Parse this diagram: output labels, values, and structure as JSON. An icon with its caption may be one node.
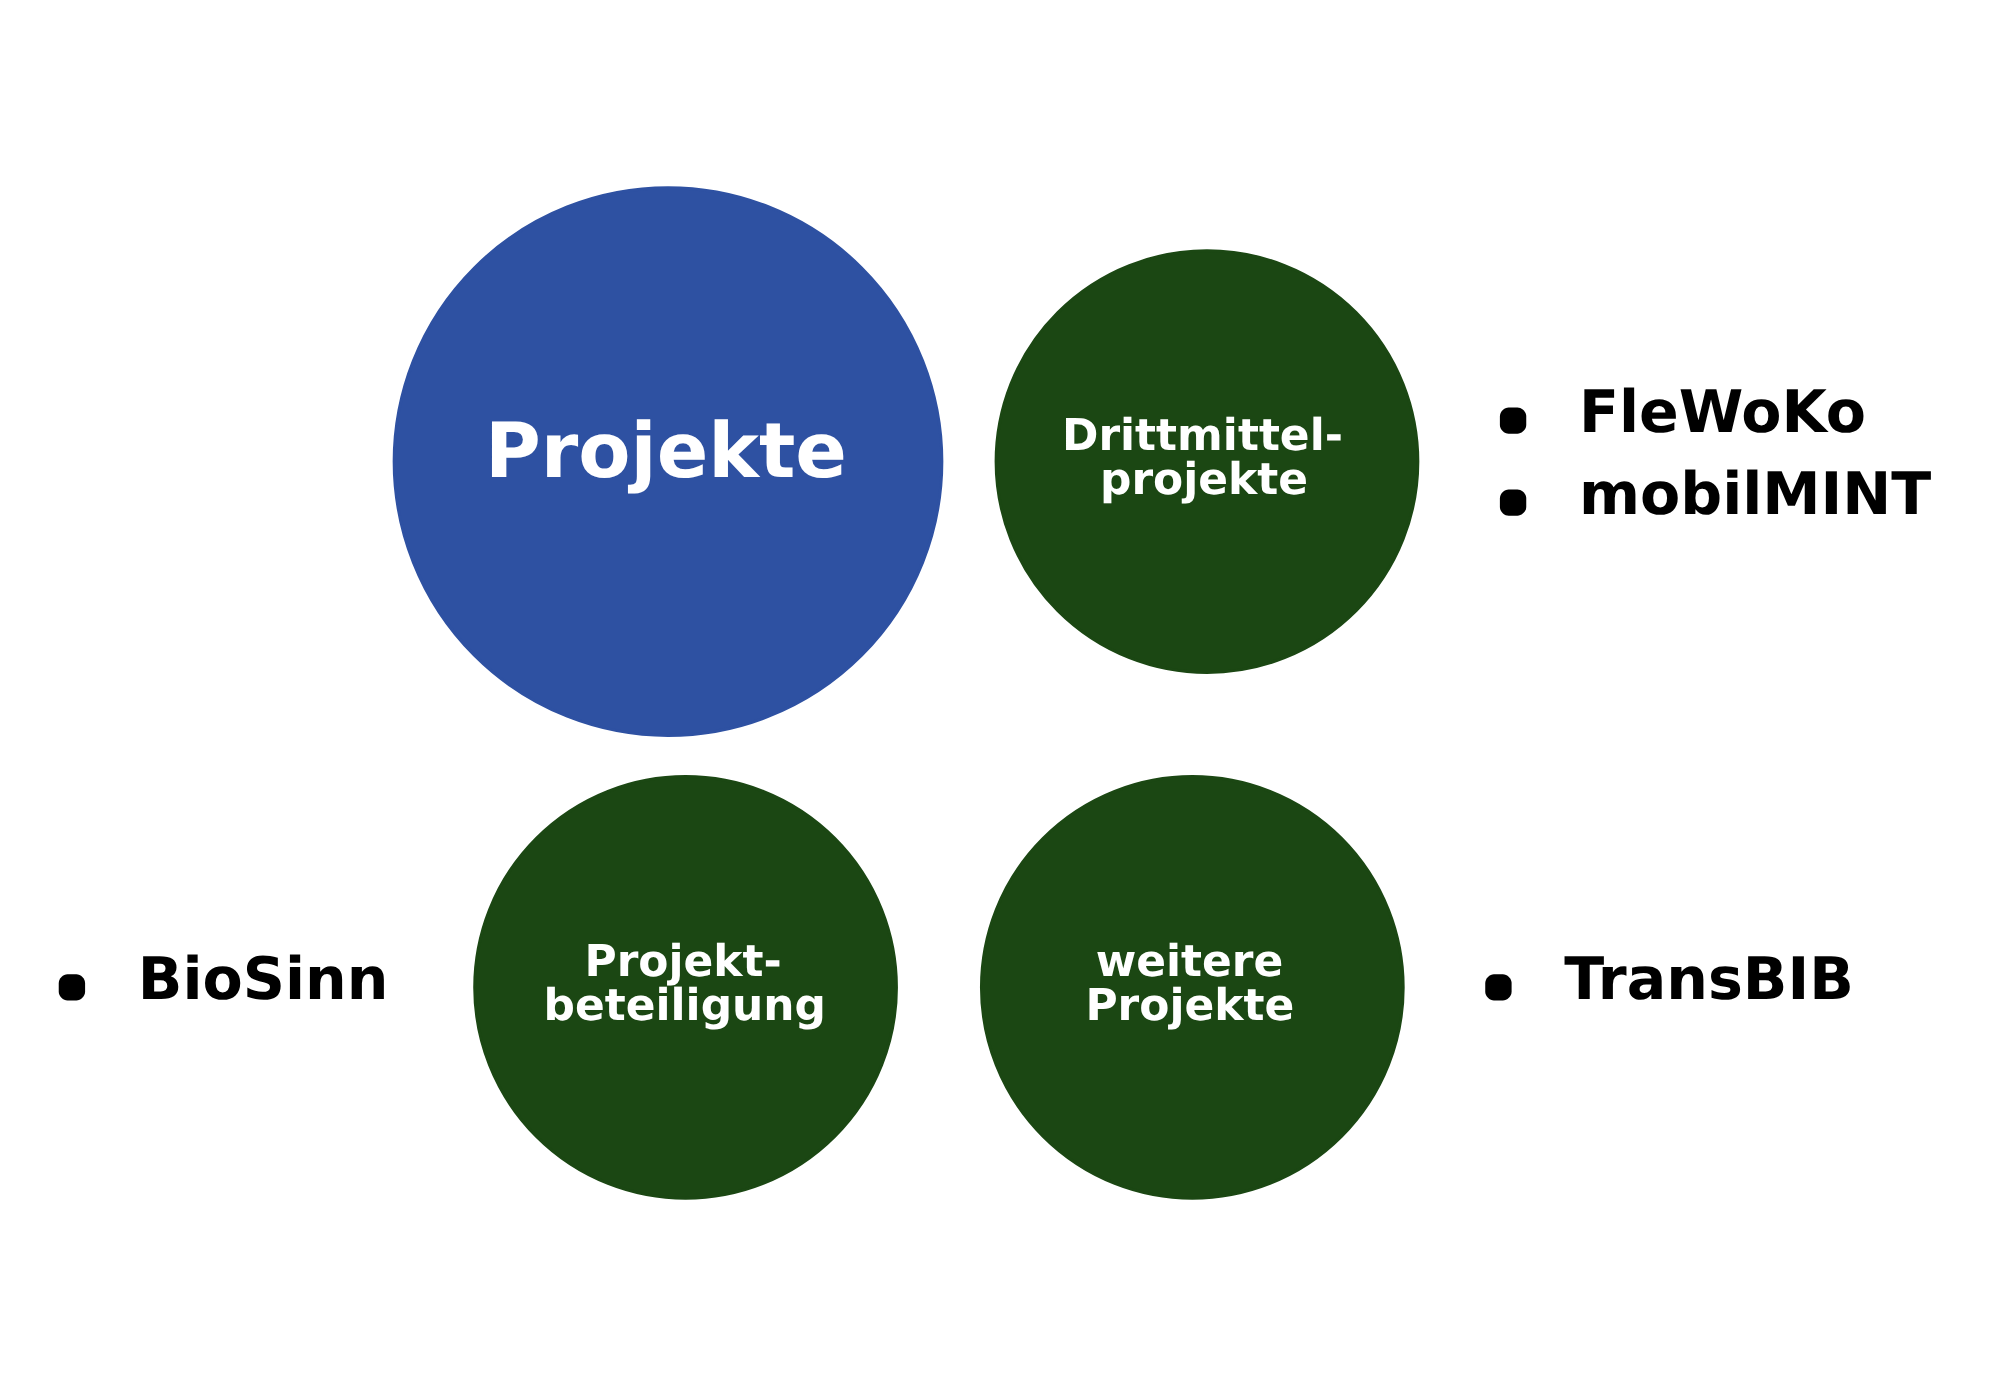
{
  "diagram": {
    "nodes": [
      {
        "text": [
          "Projekte"
        ]
      },
      {
        "text": [
          "Drittmittel- projekte"
        ],
        "beside": [
          "FleWoKo",
          "mobilMINT"
        ]
      },
      {
        "text": [
          "Projekt- beteiligung"
        ],
        "beside": [
          "BioSinn"
        ]
      },
      {
        "text": [
          "weitere Projekte"
        ],
        "beside": [
          "TransBIB"
        ]
      }
    ]
  }
}
